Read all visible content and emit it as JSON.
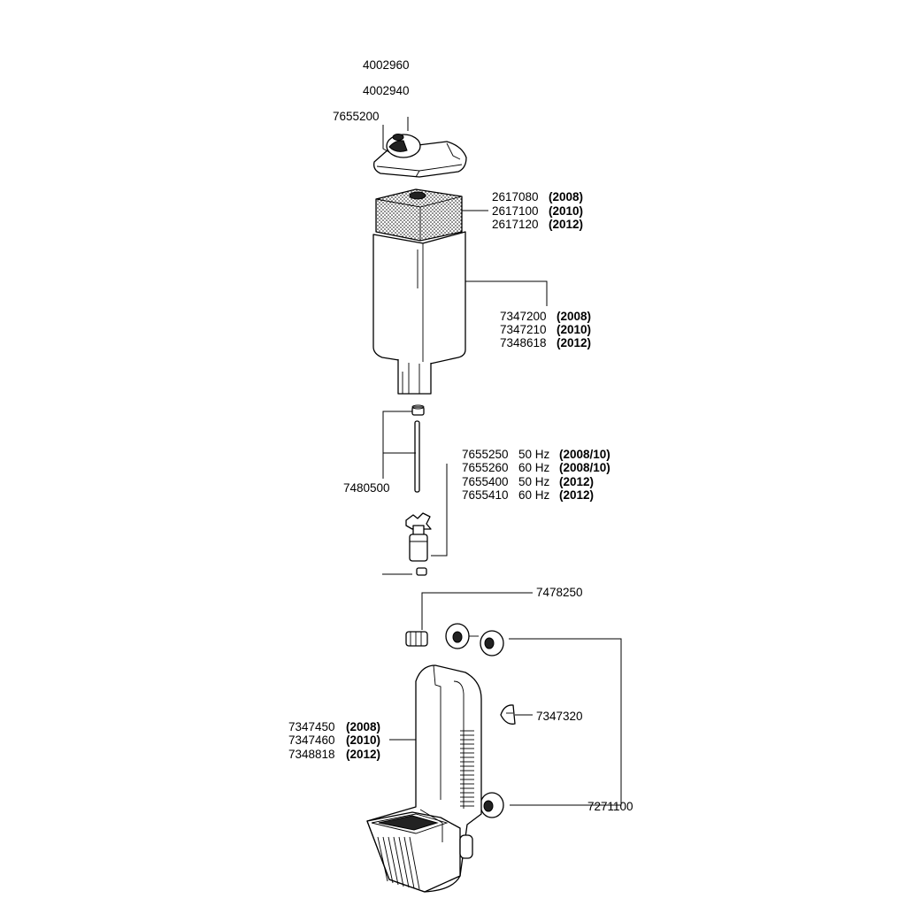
{
  "labels": {
    "part_4002960": "4002960",
    "part_4002940": "4002940",
    "part_7655200": "7655200",
    "sponge_2008_num": "2617080",
    "sponge_2008_year": "(2008)",
    "sponge_2010_num": "2617100",
    "sponge_2010_year": "(2010)",
    "sponge_2012_num": "2617120",
    "sponge_2012_year": "(2012)",
    "housing_2008_num": "7347200",
    "housing_2008_year": "(2008)",
    "housing_2010_num": "7347210",
    "housing_2010_year": "(2010)",
    "housing_2012_num": "7348618",
    "housing_2012_year": "(2012)",
    "axle_num": "7480500",
    "impeller_1_num": "7655250",
    "impeller_1_hz": "50 Hz",
    "impeller_1_year": "(2008/10)",
    "impeller_2_num": "7655260",
    "impeller_2_hz": "60 Hz",
    "impeller_2_year": "(2008/10)",
    "impeller_3_num": "7655400",
    "impeller_3_hz": "50 Hz",
    "impeller_3_year": "(2012)",
    "impeller_4_num": "7655410",
    "impeller_4_hz": "60 Hz",
    "impeller_4_year": "(2012)",
    "connector_num": "7478250",
    "clip_num": "7347320",
    "pump_2008_num": "7347450",
    "pump_2008_year": "(2008)",
    "pump_2010_num": "7347460",
    "pump_2010_year": "(2010)",
    "pump_2012_num": "7348818",
    "pump_2012_year": "(2012)",
    "suction_cup_num": "7271100"
  }
}
